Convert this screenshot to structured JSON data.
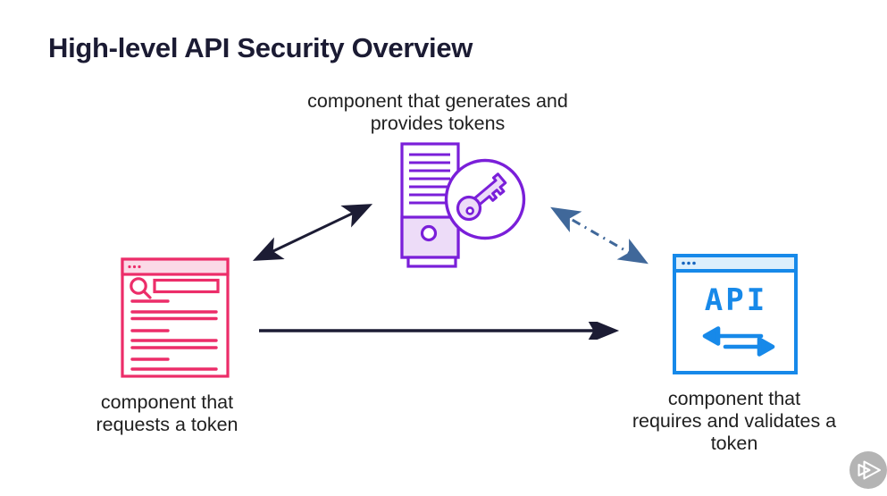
{
  "title": "High-level API Security Overview",
  "diagram": {
    "provider": {
      "caption_lines": [
        "component that generates and",
        "provides tokens"
      ],
      "icon": "server-key-icon"
    },
    "requester": {
      "caption_lines": [
        "component that",
        "requests a token"
      ],
      "icon": "browser-search-icon"
    },
    "validator": {
      "caption_lines": [
        "component that",
        "requires and validates a",
        "token"
      ],
      "window_label": "API",
      "icon": "api-window-icon"
    },
    "arrows": [
      {
        "name": "requester-provider",
        "style": "solid",
        "heads": "both",
        "color": "#1c1c34"
      },
      {
        "name": "provider-validator",
        "style": "dash-dot",
        "heads": "both",
        "color": "#40689a"
      },
      {
        "name": "requester-validator",
        "style": "solid",
        "heads": "end",
        "color": "#1c1c34"
      }
    ]
  },
  "player": {
    "icon": "play-icon"
  },
  "colors": {
    "background": "#ffffff",
    "title_ink": "#1b1b33",
    "caption_ink": "#1f1f1f",
    "purple": "#7a1fd9",
    "purple_light": "#eddcf8",
    "pink": "#ec2d69",
    "pink_light": "#fbdae7",
    "blue": "#1789e9",
    "blue_light": "#ddeffc",
    "blue_dots": "#1565c0",
    "dash_arrow": "#40689a",
    "player_gray": "#b4b4b4"
  }
}
